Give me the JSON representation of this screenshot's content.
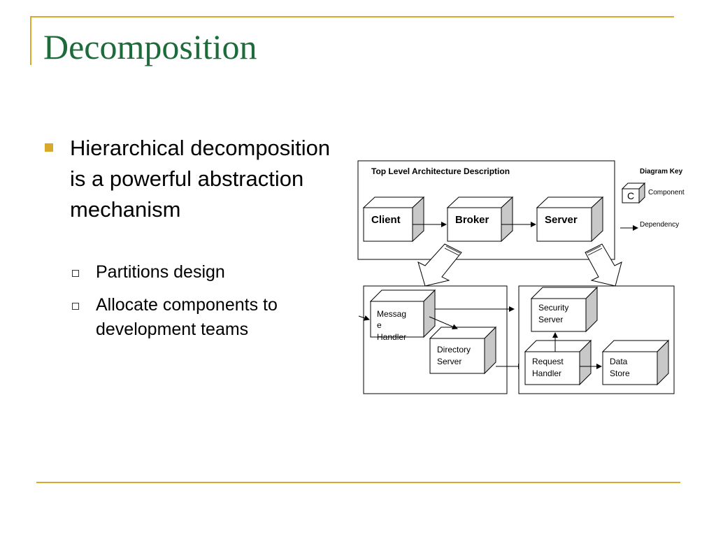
{
  "slide": {
    "title": "Decomposition",
    "bullet_main": "Hierarchical decomposition is a powerful abstraction mechanism",
    "sub_bullets": [
      "Partitions design",
      "Allocate components to development teams"
    ]
  },
  "diagram": {
    "top_title": "Top Level Architecture Description",
    "top_components": [
      "Client",
      "Broker",
      "Server"
    ],
    "key": {
      "title": "Diagram Key",
      "symbol": "C",
      "component_label": "Component",
      "dependency_label": "Dependency"
    },
    "left_components": [
      "Messag",
      "e",
      "Handler",
      "Directory",
      "Server"
    ],
    "right_components": [
      "Security",
      "Server",
      "Request",
      "Handler",
      "Data",
      "Store"
    ]
  },
  "colors": {
    "title": "#1d6b3a",
    "accent": "#d9a92a",
    "box_side": "#c8c8c8"
  }
}
